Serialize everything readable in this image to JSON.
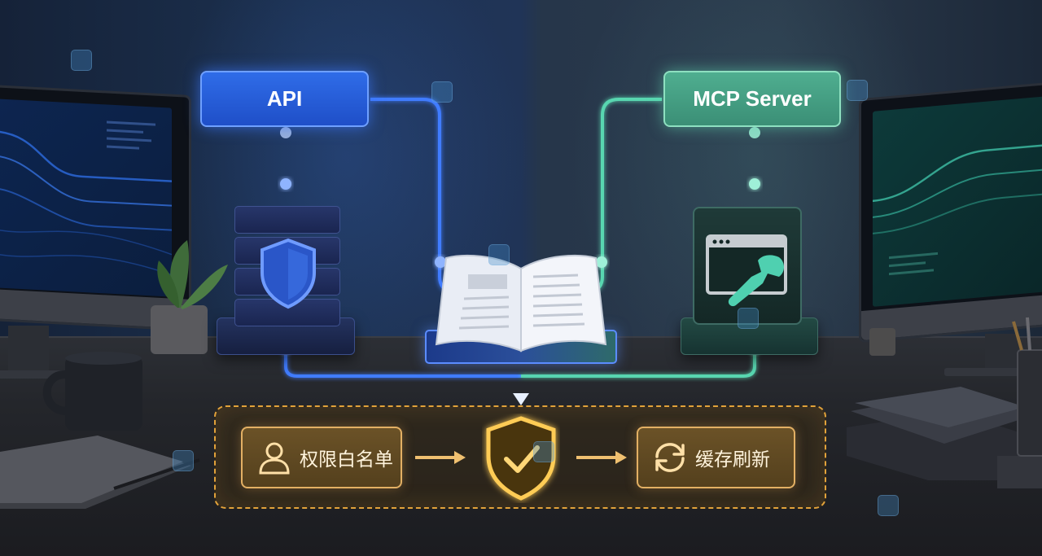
{
  "diagram": {
    "nodes": {
      "api": {
        "label": "API"
      },
      "mcp_server": {
        "label": "MCP Server"
      },
      "whitelist": {
        "label": "权限白名单"
      },
      "cache_refresh": {
        "label": "缓存刷新"
      }
    },
    "icons": {
      "server": "server-stack-icon",
      "shield": "shield-icon",
      "book": "open-book-icon",
      "tool": "terminal-wrench-icon",
      "user": "user-icon",
      "check_shield": "shield-check-icon",
      "refresh": "refresh-icon"
    },
    "colors": {
      "api_accent": "#2f6ce8",
      "mcp_accent": "#4fae90",
      "flow_accent": "#e3b064",
      "shield_glow": "#ffcc55"
    }
  }
}
